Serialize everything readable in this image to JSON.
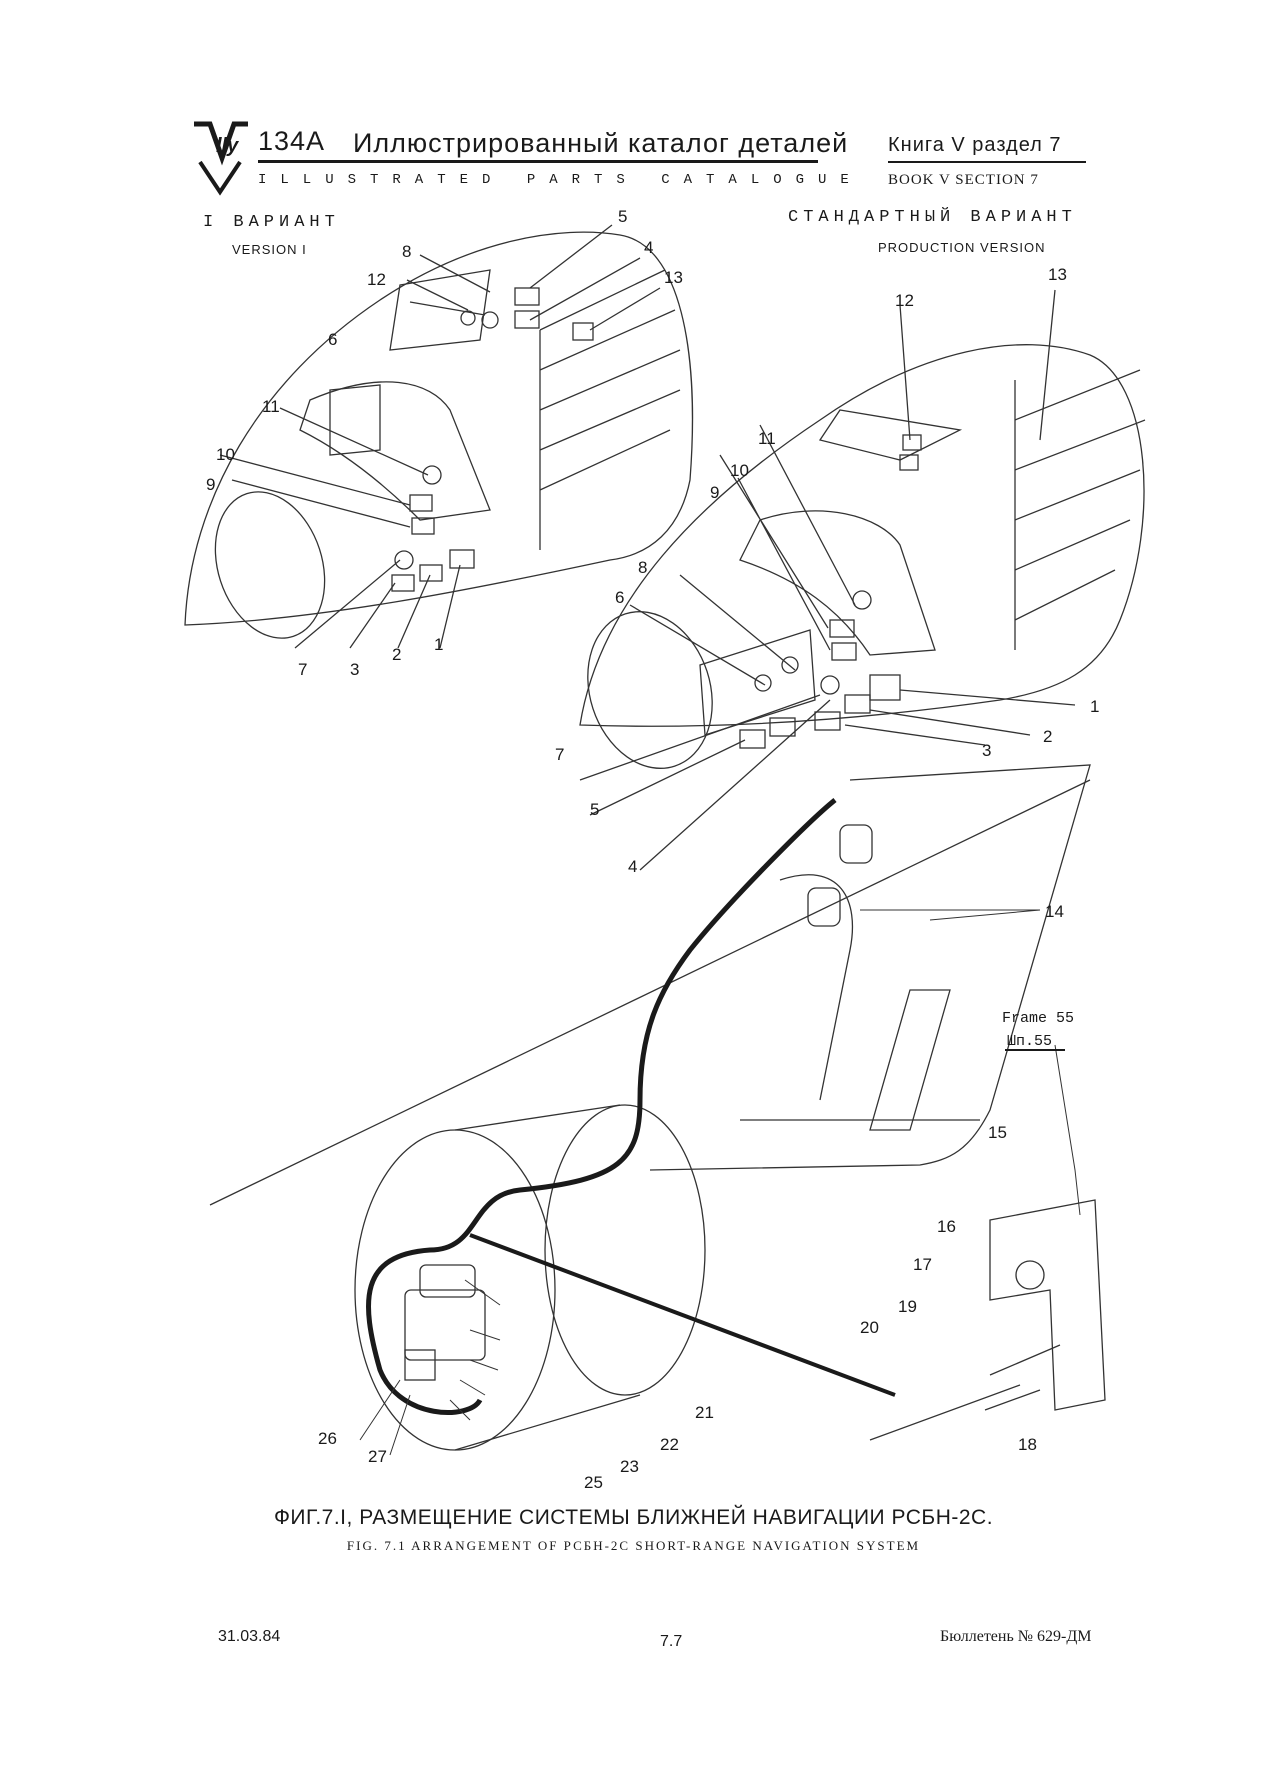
{
  "header": {
    "model": "134A",
    "title_ru": "Иллюстрированный каталог деталей",
    "title_en": "ILLUSTRATED PARTS CATALOGUE",
    "book_ru": "Книга V раздел 7",
    "book_en": "BOOK V SECTION 7"
  },
  "versions": {
    "left_ru": "I ВАРИАНТ",
    "left_en": "VERSION I",
    "right_ru": "СТАНДАРТНЫЙ ВАРИАНТ",
    "right_en": "PRODUCTION VERSION"
  },
  "callouts": {
    "left": [
      "1",
      "2",
      "3",
      "4",
      "5",
      "6",
      "7",
      "8",
      "9",
      "10",
      "11",
      "12",
      "13"
    ],
    "right": [
      "1",
      "2",
      "3",
      "4",
      "5",
      "6",
      "7",
      "8",
      "9",
      "10",
      "11",
      "12",
      "13"
    ],
    "bottom": [
      "14",
      "15",
      "16",
      "17",
      "18",
      "19",
      "20",
      "21",
      "22",
      "23",
      "25",
      "26",
      "27"
    ]
  },
  "frame_label_en": "Frame 55",
  "frame_label_ru": "Шп.55",
  "caption_ru": "ФИГ.7.I, РАЗМЕЩЕНИЕ СИСТЕМЫ БЛИЖНЕЙ НАВИГАЦИИ РСБН-2С.",
  "caption_en": "FIG. 7.1 ARRANGEMENT OF РСБН-2С SHORT-RANGE NAVIGATION SYSTEM",
  "footer": {
    "date": "31.03.84",
    "page": "7.7",
    "bulletin": "Бюллетень № 629-ДМ"
  }
}
